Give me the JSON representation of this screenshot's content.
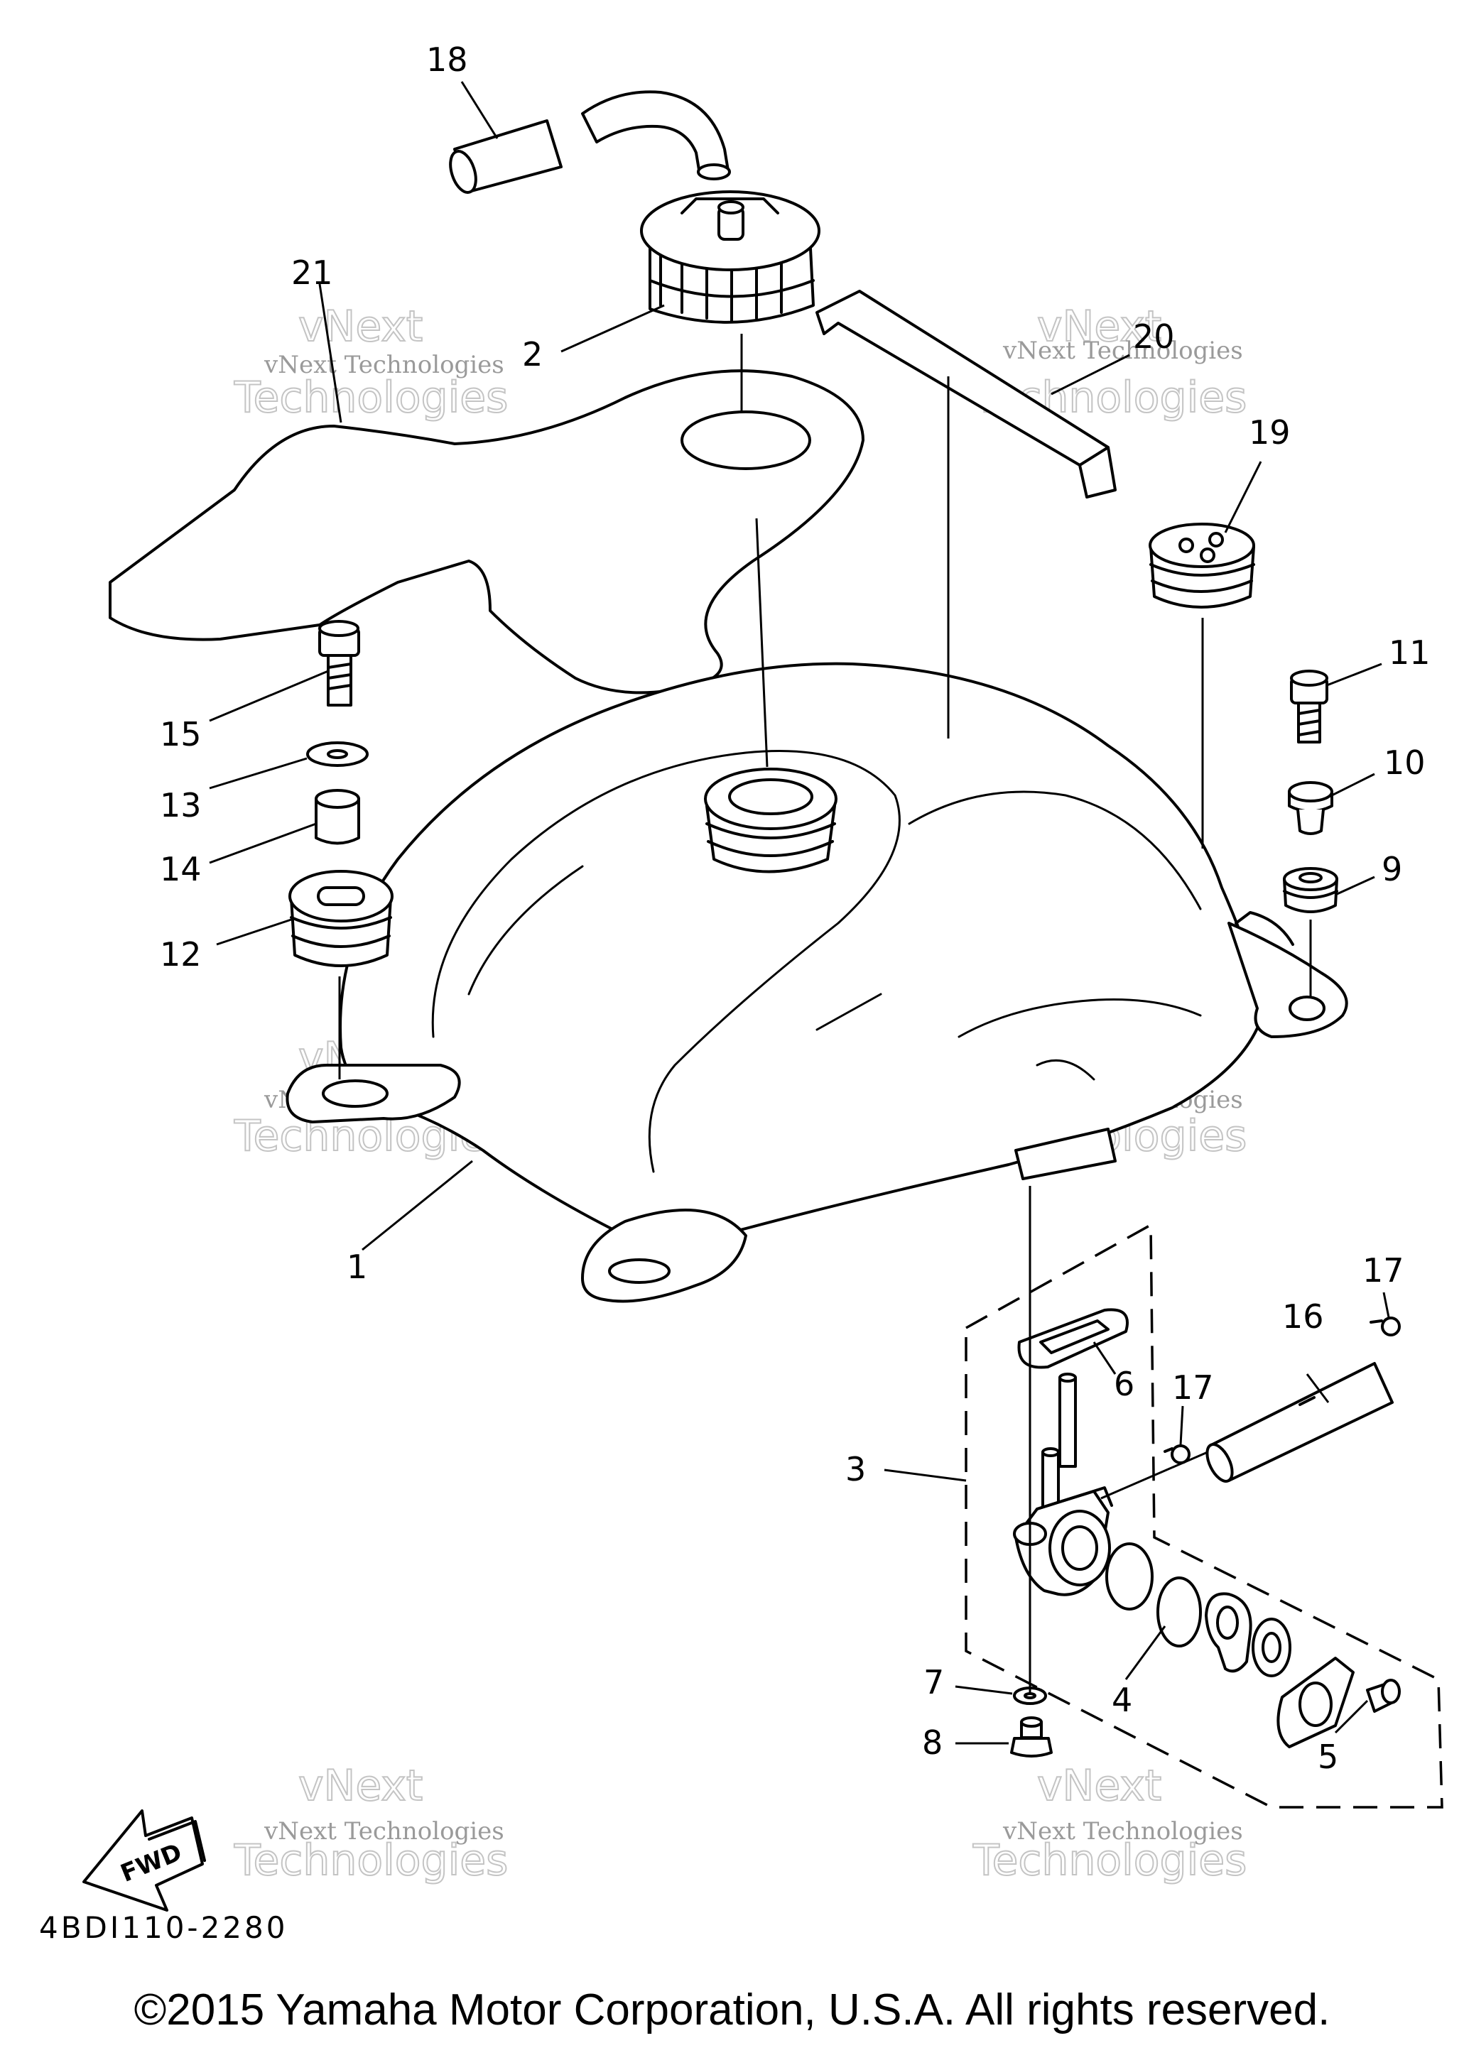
{
  "callouts": {
    "c1": "1",
    "c2": "2",
    "c3": "3",
    "c4": "4",
    "c5": "5",
    "c6": "6",
    "c7": "7",
    "c8": "8",
    "c9": "9",
    "c10": "10",
    "c11": "11",
    "c12": "12",
    "c13": "13",
    "c14": "14",
    "c15": "15",
    "c16": "16",
    "c17a": "17",
    "c17b": "17",
    "c18": "18",
    "c19": "19",
    "c20": "20",
    "c21": "21"
  },
  "fwd_label": "FWD",
  "diagram_code": "4BDI110-2280",
  "copyright": "©2015 Yamaha Motor Corporation, U.S.A. All rights reserved.",
  "watermark": {
    "line1": "vNext",
    "line2": "vNext Technologies",
    "line3": "Technologies"
  }
}
